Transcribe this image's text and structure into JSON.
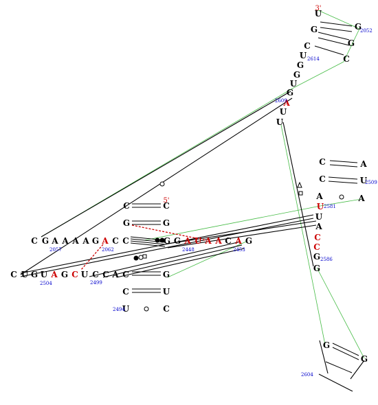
{
  "colors": {
    "black": "#000000",
    "highlight": "#cc0000",
    "number": "#0000cc",
    "interaction": "#44bb44",
    "dashed": "#cc0000"
  },
  "prime_labels": [
    "3'",
    "5'"
  ],
  "nucleotides": [
    "C",
    "G",
    "A",
    "A",
    "A",
    "A",
    "G",
    "A",
    "C",
    "C",
    "G",
    "G",
    "A",
    "U",
    "A",
    "A",
    "C",
    "A",
    "G",
    "C",
    "U",
    "G",
    "U",
    "A",
    "G",
    "C",
    "U",
    "C",
    "C",
    "A",
    "C",
    "C",
    "C",
    "G",
    "G",
    "G",
    "C",
    "U",
    "U",
    "C",
    "U",
    "G",
    "G",
    "C",
    "G",
    "U",
    "C",
    "G",
    "G",
    "U",
    "G",
    "A",
    "U",
    "U",
    "C",
    "A",
    "C",
    "U",
    "A",
    "A",
    "U",
    "U",
    "A",
    "C",
    "C",
    "G",
    "G",
    "G",
    "G"
  ],
  "numbers": [
    "2052",
    "2614",
    "2609",
    "2509",
    "2581",
    "2586",
    "2057",
    "2062",
    "2448",
    "2453",
    "2504",
    "2499",
    "2494",
    "2604"
  ],
  "symbols": [
    "circle",
    "square",
    "triangle",
    "filled-circle"
  ]
}
